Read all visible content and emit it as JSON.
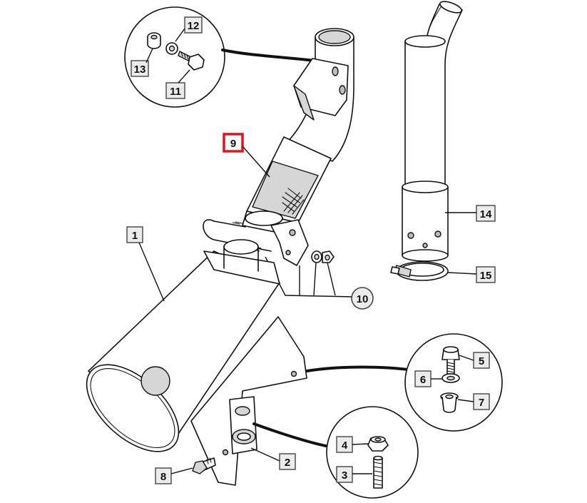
{
  "diagram": {
    "callouts": {
      "c1": "1",
      "c2": "2",
      "c3": "3",
      "c4": "4",
      "c5": "5",
      "c6": "6",
      "c7": "7",
      "c8": "8",
      "c9": "9",
      "c10": "10",
      "c11": "11",
      "c12": "12",
      "c13": "13",
      "c14": "14",
      "c15": "15"
    },
    "highlighted_callout": "9",
    "highlight_color": "#e0141e"
  }
}
